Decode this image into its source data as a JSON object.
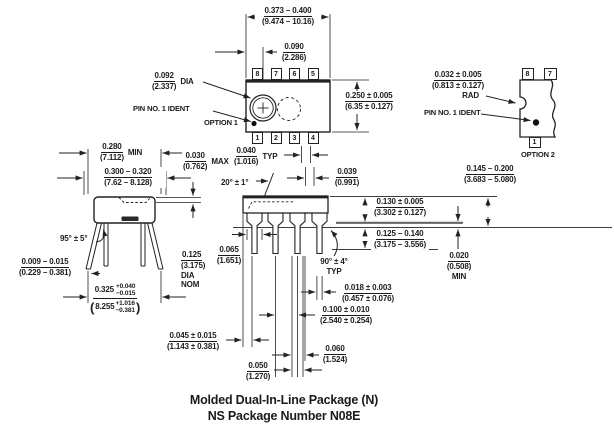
{
  "colors": {
    "ink": "#1b1b1b",
    "background": "#ffffff"
  },
  "top_view": {
    "pins_top": [
      "8",
      "7",
      "6",
      "5"
    ],
    "pins_bottom": [
      "1",
      "2",
      "3",
      "4"
    ],
    "pin1_ident": "PIN NO. 1 IDENT",
    "option_label": "OPTION 1",
    "dims": {
      "overall_width": {
        "in": "0.373 – 0.400",
        "mm": "(9.474 – 10.16)"
      },
      "pin1_offset": {
        "in": "0.090",
        "mm": "(2.286)"
      },
      "ident_dia": {
        "in": "0.092",
        "mm": "(2.337)",
        "suffix": "DIA"
      },
      "body_width": {
        "in": "0.250 ± 0.005",
        "mm": "(6.35 ± 0.127)"
      }
    }
  },
  "option2_view": {
    "pins_top": [
      "8",
      "7"
    ],
    "pin_bottom": "1",
    "pin1_ident": "PIN NO. 1 IDENT",
    "option_label": "OPTION 2",
    "dims": {
      "ident_rad": {
        "in": "0.032 ± 0.005",
        "mm": "(0.813 ± 0.127)",
        "suffix": "RAD"
      }
    }
  },
  "end_view": {
    "dims": {
      "lead_span_min": {
        "in": "0.280",
        "mm": "(7.112)",
        "suffix": "MIN"
      },
      "lead_span": {
        "in": "0.300 – 0.320",
        "mm": "(7.62 – 8.128)"
      },
      "lead_angle": "95° ± 5°",
      "lead_thickness": {
        "in": "0.009 – 0.015",
        "mm": "(0.229 – 0.381)"
      },
      "spread": {
        "in_main": "0.325",
        "in_plus": "+0.040",
        "in_minus": "−0.015",
        "mm_main": "8.255",
        "mm_plus": "+1.016",
        "mm_minus": "−0.381",
        "paren_open": "(",
        "paren_close": ")"
      }
    }
  },
  "front_view": {
    "dims": {
      "gap_030": {
        "in": "0.030",
        "mm": "(0.762)",
        "suffix": "MAX"
      },
      "pin_gap": {
        "in": "0.040",
        "mm": "(1.016)",
        "suffix": "TYP"
      },
      "dim_039": {
        "in": "0.039",
        "mm": "(0.991)"
      },
      "chamfer_angle": "20° ± 1°",
      "body_height": {
        "in": "0.145 – 0.200",
        "mm": "(3.683 – 5.080)"
      },
      "shoulder_height": {
        "in": "0.130 ± 0.005",
        "mm": "(3.302 ± 0.127)"
      },
      "lead_length": {
        "in": "0.125 – 0.140",
        "mm": "(3.175 – 3.556)"
      },
      "standoff": {
        "in": "0.020",
        "mm": "(0.508)",
        "suffix": "MIN"
      },
      "shoulder_width": {
        "in": "0.065",
        "mm": "(1.651)"
      },
      "hole_dia": {
        "in": "0.125",
        "mm": "(3.175)",
        "suffix1": "DIA",
        "suffix2": "NOM"
      },
      "tip_offset": {
        "in": "0.045 ± 0.015",
        "mm": "(1.143 ± 0.381)"
      },
      "lead_angle": "90° ± 4°",
      "lead_angle_suffix": "TYP",
      "lead_width": {
        "in": "0.018 ± 0.003",
        "mm": "(0.457 ± 0.076)"
      },
      "pitch": {
        "in": "0.100 ± 0.010",
        "mm": "(2.540 ± 0.254)"
      },
      "dim_060": {
        "in": "0.060",
        "mm": "(1.524)"
      },
      "dim_050": {
        "in": "0.050",
        "mm": "(1.270)"
      }
    }
  },
  "caption": {
    "line1": "Molded Dual-In-Line Package (N)",
    "line2": "NS Package Number N08E"
  }
}
